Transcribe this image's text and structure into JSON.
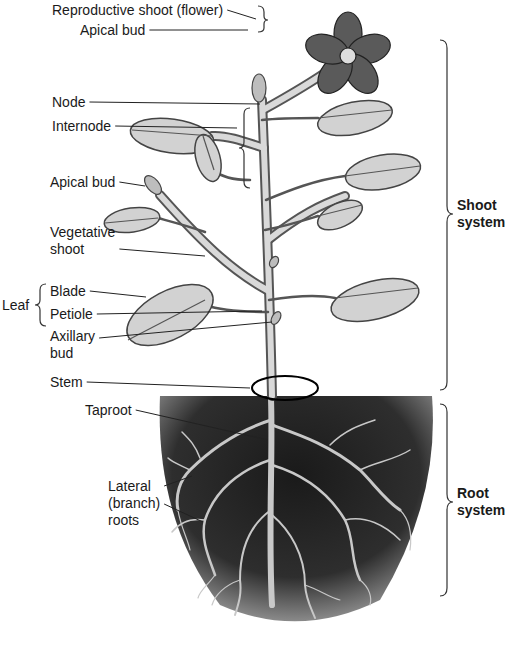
{
  "diagram": {
    "labels": [
      "Reproductive shoot (flower)",
      "Apical bud",
      "Node",
      "Internode",
      "Apical bud",
      "Vegetative shoot",
      "Leaf",
      "Blade",
      "Petiole",
      "Axillary bud",
      "Stem",
      "Taproot",
      "Lateral (branch) roots",
      "Shoot system",
      "Root system"
    ]
  }
}
